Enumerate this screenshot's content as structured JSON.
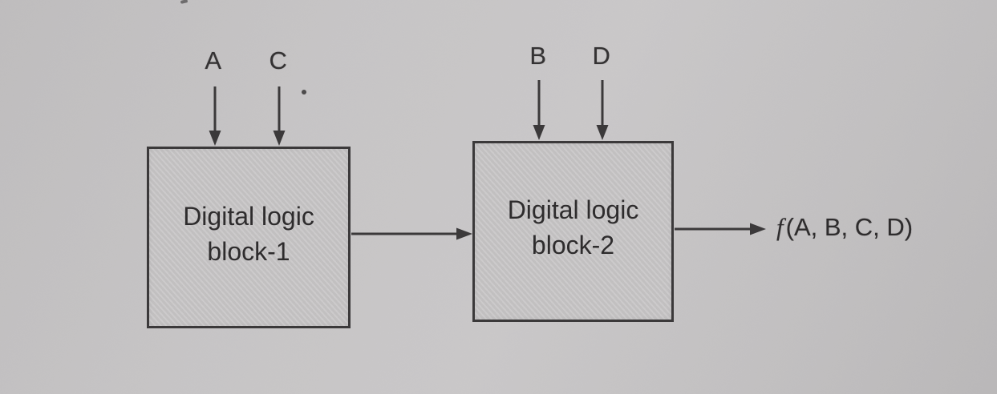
{
  "diagram": {
    "inputs": {
      "block1": [
        "A",
        "C"
      ],
      "block2": [
        "B",
        "D"
      ]
    },
    "blocks": [
      {
        "label_line1": "Digital logic",
        "label_line2": "block-1"
      },
      {
        "label_line1": "Digital logic",
        "label_line2": "block-2"
      }
    ],
    "output": {
      "f": "f",
      "args": "(A, B, C, D)"
    },
    "colors": {
      "paper": "#c6c4c5",
      "line": "#3b393a",
      "text": "#2e2c2d"
    }
  }
}
